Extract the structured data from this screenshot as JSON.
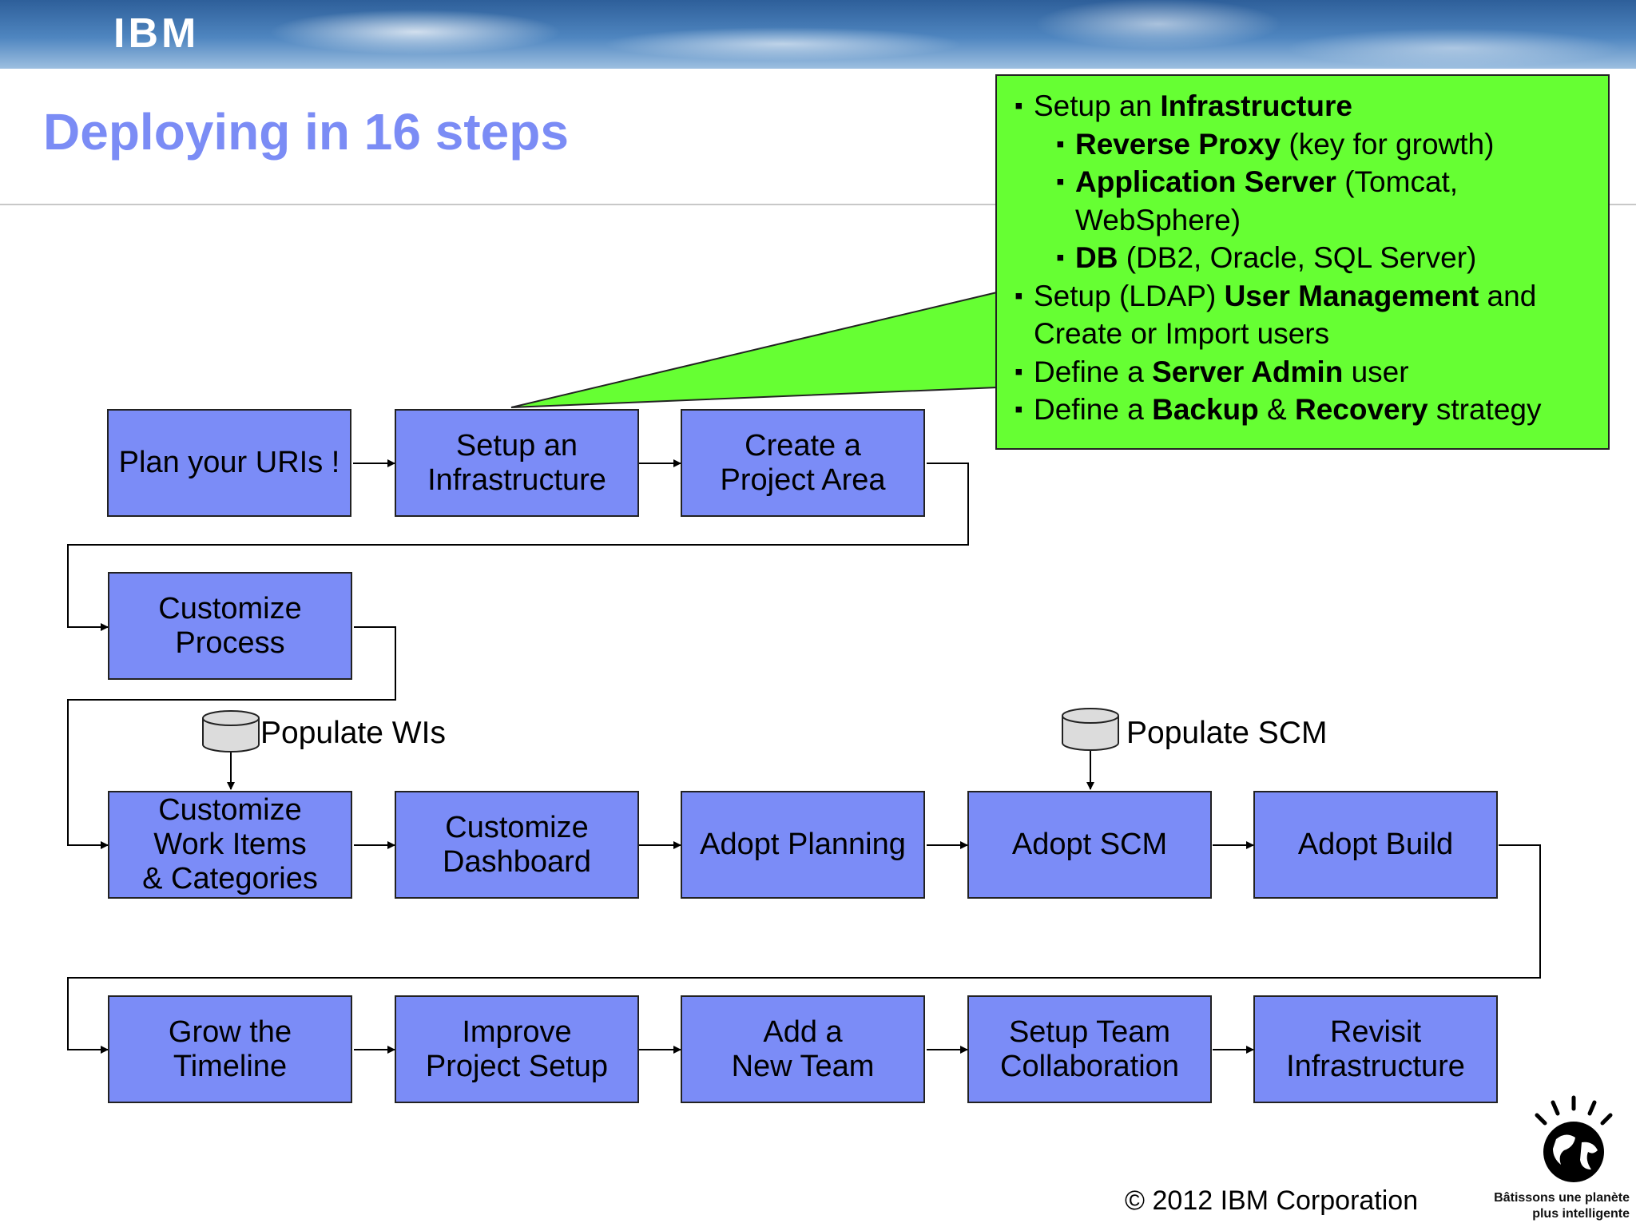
{
  "header": {
    "logo_text": "IBM"
  },
  "title": "Deploying in 16 steps",
  "steps": [
    "Plan your URIs !",
    "Setup an\nInfrastructure",
    "Create a\nProject Area",
    "Customize\nProcess",
    "Customize\nWork Items\n& Categories",
    "Customize\nDashboard",
    "Adopt Planning",
    "Adopt SCM",
    "Adopt Build",
    "Grow the\nTimeline",
    "Improve\nProject Setup",
    "Add a\nNew Team",
    "Setup Team\nCollaboration",
    "Revisit\nInfrastructure"
  ],
  "data_sources": {
    "wi": "Populate WIs",
    "scm": "Populate SCM"
  },
  "callout": {
    "i0": {
      "a": "Setup an ",
      "b": "Infrastructure",
      "c": ""
    },
    "i1": {
      "b": "Reverse Proxy",
      "c": " (key for growth)"
    },
    "i2": {
      "b": "Application Server",
      "c": " (Tomcat, WebSphere)"
    },
    "i3": {
      "b": "DB",
      "c": " (DB2, Oracle, SQL Server)"
    },
    "i4": {
      "a": "Setup (LDAP) ",
      "b": "User Management",
      "c": " and Create or Import users"
    },
    "i5": {
      "a": "Define a ",
      "b": "Server Admin",
      "c": " user"
    },
    "i6": {
      "a": "Define a ",
      "b": "Backup",
      "m": " & ",
      "b2": "Recovery",
      "c": " strategy"
    }
  },
  "footer": {
    "copyright": "© 2012 IBM Corporation",
    "tagline_1": "Bâtissons une planète",
    "tagline_2": "plus intelligente"
  },
  "colors": {
    "step_fill": "#7b8cf7",
    "callout_fill": "#66ff33",
    "title": "#7b8cf5"
  }
}
